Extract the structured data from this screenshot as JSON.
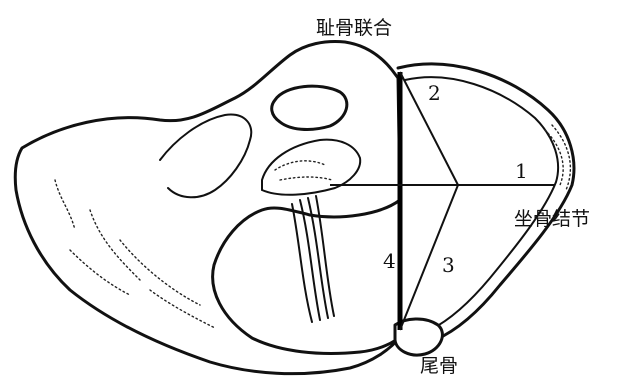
{
  "labels": {
    "pubic_symphysis": "耻骨联合",
    "ischial_tuberosity": "坐骨结节",
    "coccyx": "尾骨"
  },
  "diameter_numbers": {
    "d1": "1",
    "d2": "2",
    "d3": "3",
    "d4": "4"
  },
  "colors": {
    "line": "#111111",
    "background": "#ffffff"
  }
}
